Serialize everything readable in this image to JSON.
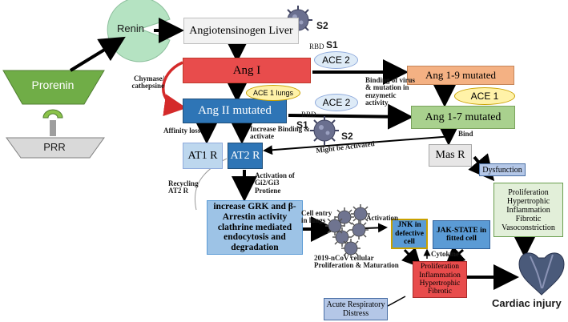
{
  "nodes": {
    "prorenin": "Prorenin",
    "prr": "PRR",
    "renin": "Renin",
    "angiotensinogen": "Angiotensinogen Liver",
    "ang1": "Ang I",
    "ang2": "Ang II mutated",
    "ang19": "Ang 1-9 mutated",
    "ang17": "Ang 1-7 mutated",
    "at1": "AT1 R",
    "at2": "AT2 R",
    "masr": "Mas R",
    "grk": "increase GRK and β-Arrestin activity clathrine mediated endocytosis and degradation",
    "jnk": "JNK in defective cell",
    "jak": "JAK-STATE in fitted cell",
    "prolif_red": "Proliferation\nInflammation\nHypertrophic\nFibrotic",
    "prolif_green": "Proliferation\nHypertrophic\nInflammation\nFibrotic\nVasoconstriction",
    "dysfunction": "Dysfunction",
    "ards": "Acute Respiratory\nDistress",
    "ace2_top": "ACE 2",
    "ace2_mid": "ACE 2",
    "ace1_lungs": "ACE 1 lungs",
    "ace1_right": "ACE 1"
  },
  "labels": {
    "s2_top": "S2",
    "rbd_s1_top": "RBD",
    "s1_top": "S1",
    "chymase": "Chymase/\ncathepsine",
    "binding_virus": "Binding of virus\n& mutation in\nenzymetic\nactivity",
    "rbd_mid": "RBD",
    "s1_mid": "S1",
    "s2_mid": "S2",
    "affinity_loss": "Affinity loss",
    "increase_binding": "Increase Binding  &\nactivate",
    "bind": "Bind",
    "might_be": "Might be  Activated",
    "recycling": "Recycling\nAT2 R",
    "activation_gi": "Activation of\nGi2/Gi3\nProtiene",
    "cell_entry": "Cell entry\nin lungs",
    "activation": "Activation",
    "cytokine": "Cytokine",
    "ncov": "2019-nCoV cellular\nProliferation  & Maturation",
    "cardiac_injury": "Cardiac injury"
  },
  "colors": {
    "prorenin": "#70ad47",
    "red": "#e84c4c",
    "blue": "#2e75b6",
    "orange": "#f4b183",
    "green": "#a9d18e",
    "light_blue": "#9dc3e6",
    "jnk": "#5b9bd5",
    "yellow": "#fff2a8",
    "ace2": "#deebf7",
    "virus": "#6a6f8f"
  }
}
